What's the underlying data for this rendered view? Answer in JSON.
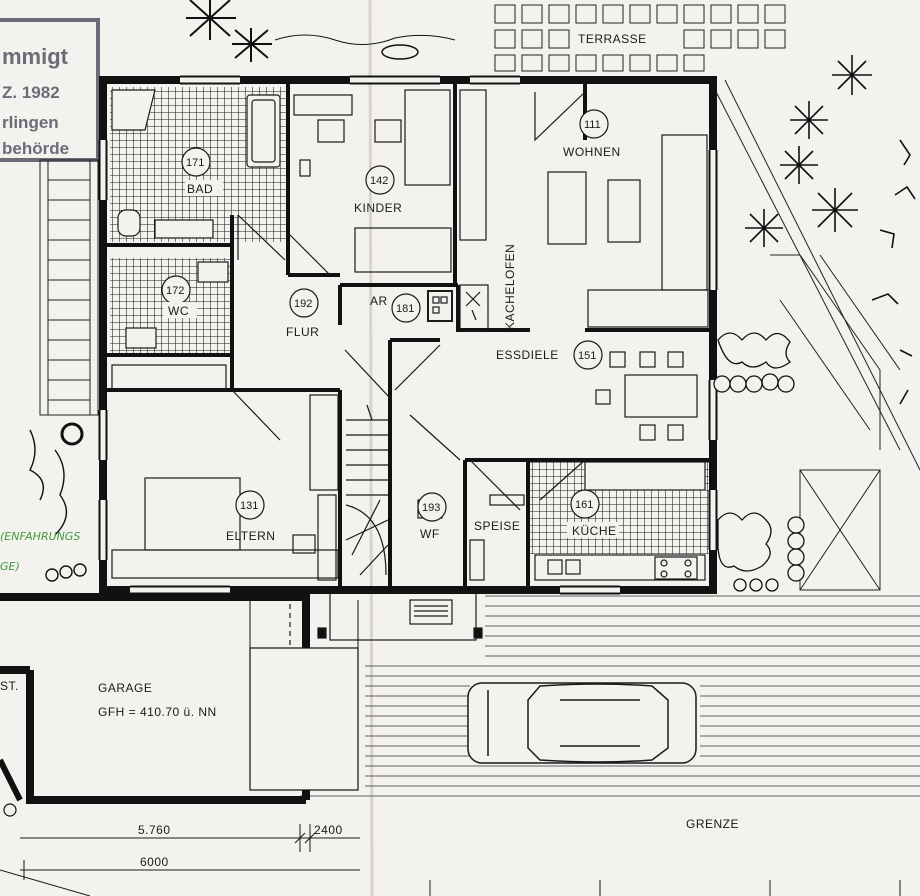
{
  "stamp": {
    "line1": "mmigt",
    "line2": "Z. 1982",
    "line3": "rlingen",
    "line4": "behörde"
  },
  "rooms": [
    {
      "id": "bad",
      "label": "BAD",
      "number": "171"
    },
    {
      "id": "kinder",
      "label": "KINDER",
      "number": "142"
    },
    {
      "id": "wohnen",
      "label": "WOHNEN",
      "number": "111"
    },
    {
      "id": "wc",
      "label": "WC",
      "number": "172"
    },
    {
      "id": "flur",
      "label": "FLUR",
      "number": "192"
    },
    {
      "id": "ar",
      "label": "AR",
      "number": "181"
    },
    {
      "id": "essdiele",
      "label": "ESSDIELE",
      "number": "151"
    },
    {
      "id": "eltern",
      "label": "ELTERN",
      "number": "131"
    },
    {
      "id": "wf",
      "label": "WF",
      "number": "193"
    },
    {
      "id": "speise",
      "label": "SPEISE",
      "number": ""
    },
    {
      "id": "kueche",
      "label": "KÜCHE",
      "number": "161"
    }
  ],
  "labels": {
    "terrasse": "TERRASSE",
    "kachelofen": "KACHELOFEN",
    "garage": "GARAGE",
    "gfh": "GFH = 410.70 ü. NN",
    "st": "ST.",
    "grenze": "GRENZE"
  },
  "dimensions": {
    "d1": "5.760",
    "d2": "2400",
    "d3": "6000"
  },
  "handwriting": {
    "h1": "(ENFAHRUNGS",
    "h2": "GE)"
  },
  "colors": {
    "ink": "#1a1a1a",
    "paper": "#f4f2ee",
    "stamp": "#6f6a78",
    "pencil": "#3f9a3f"
  }
}
